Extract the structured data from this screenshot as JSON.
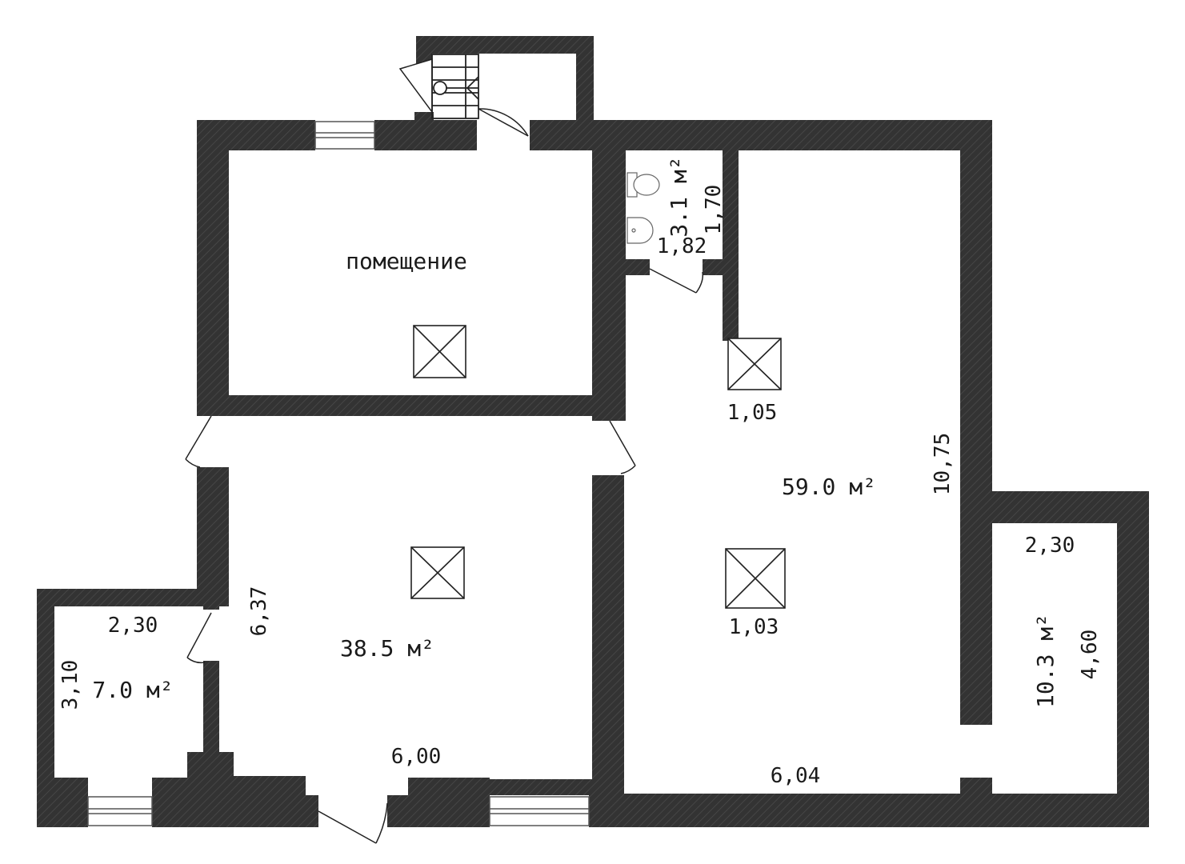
{
  "rooms": {
    "pomeshchenie": {
      "label": "помещение"
    },
    "hall": {
      "area": "38.5 м²",
      "width": "6,00",
      "length": "6,37"
    },
    "storage": {
      "area": "7.0 м²",
      "width": "2,30",
      "length": "3,10"
    },
    "bathroom": {
      "area": "3.1 м²",
      "width": "1,82",
      "length": "1,70"
    },
    "main": {
      "area": "59.0 м²",
      "width": "6,04",
      "length": "10,75"
    },
    "side": {
      "area": "10.3 м²",
      "width": "2,30",
      "length": "4,60"
    }
  },
  "columns": {
    "upper_right": "1,05",
    "lower_right": "1,03"
  },
  "colors": {
    "wall": "#333333",
    "hatch": "#4a4a4a",
    "line": "#222222"
  }
}
